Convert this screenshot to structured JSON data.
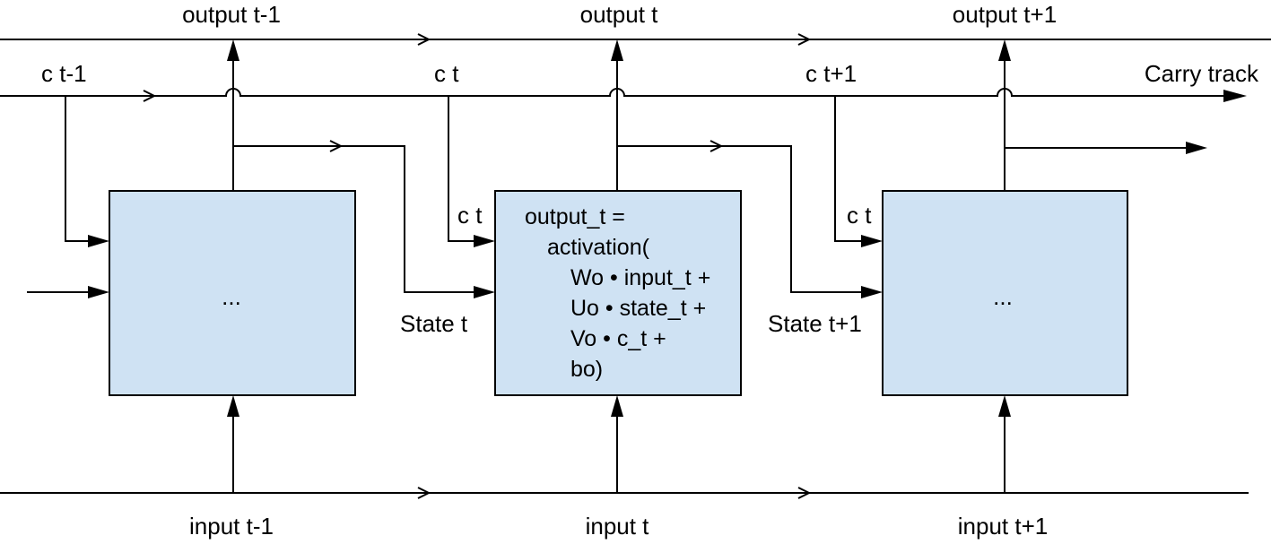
{
  "labels": {
    "output_prev": "output t-1",
    "output_curr": "output t",
    "output_next": "output t+1",
    "carry_prev": "c t-1",
    "carry_curr": "c t",
    "carry_next": "c t+1",
    "carry_track": "Carry track",
    "c_in_mid": "c t",
    "c_in_right": "c t",
    "state_curr": "State t",
    "state_next": "State t+1",
    "input_prev": "input t-1",
    "input_curr": "input t",
    "input_next": "input t+1"
  },
  "boxes": {
    "left_content": "...",
    "right_content": "...",
    "middle_formula": [
      "output_t =",
      "activation(",
      "Wo • input_t +",
      "Uo • state_t +",
      "Vo • c_t +",
      "bo)"
    ]
  },
  "colors": {
    "box_fill": "#cfe2f3",
    "line": "#000000"
  }
}
